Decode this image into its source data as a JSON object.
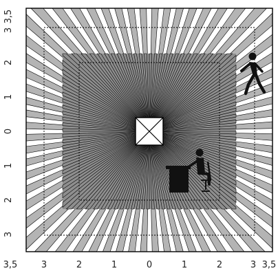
{
  "diagram": {
    "axis_x_ticks": [
      "3,5",
      "3",
      "2",
      "1",
      "0",
      "1",
      "2",
      "3",
      "3,5"
    ],
    "axis_y_ticks": [
      "3,5",
      "3",
      "2",
      "1",
      "0",
      "1",
      "2",
      "3"
    ],
    "pattern": "radial-fan coverage",
    "colors": {
      "background": "#ffffff",
      "wedge_light": "#b4b4b4",
      "wedge_mid": "#8e8e8e",
      "stroke": "#000000",
      "dotted_outline": "#000000"
    },
    "icons": [
      "sensor-icon",
      "walking-person-icon",
      "seated-person-at-desk-icon"
    ]
  }
}
